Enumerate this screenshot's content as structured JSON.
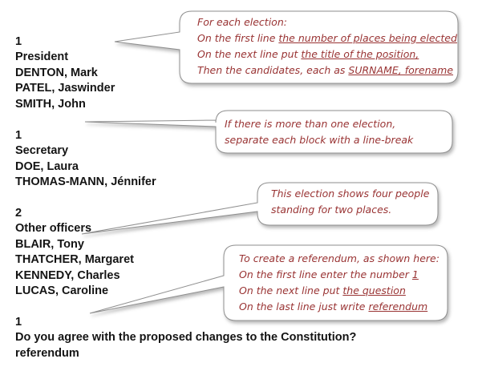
{
  "document": {
    "lines": [
      "1",
      "President",
      "DENTON, Mark",
      "PATEL, Jaswinder",
      "SMITH, John",
      "",
      "1",
      "Secretary",
      "DOE, Laura",
      "THOMAS-MANN, Jénnifer",
      "",
      "2",
      "Other officers",
      "BLAIR, Tony",
      "THATCHER, Margaret",
      "KENNEDY, Charles",
      "LUCAS, Caroline",
      "",
      "1",
      "Do you agree with the proposed changes to the Constitution?",
      "referendum"
    ]
  },
  "callouts": {
    "election": {
      "line1": "For  each election:",
      "line2_prefix": "On the first line ",
      "line2_link": "the number of places being elected",
      "line3_prefix": "On the next line put ",
      "line3_link": "the title of the position,",
      "line4_prefix": "Then the candidates, each as ",
      "line4_link": "SURNAME, forename"
    },
    "separator": {
      "line1": "If there is more than one election,",
      "line2": "separate each block with a line-break"
    },
    "multi": {
      "line1": "This election shows four people",
      "line2": "standing for two places."
    },
    "referendum": {
      "line1": "To create a referendum, as shown here:",
      "line2_prefix": "On the first line  enter the number ",
      "line2_link": "1",
      "line3_prefix": "On the next line put ",
      "line3_link": "the question",
      "line4_prefix": "On the last line just write ",
      "line4_link": "referendum"
    }
  },
  "colors": {
    "text": "#141414",
    "note_text": "#993333",
    "bubble_border": "#8f8f8f"
  }
}
